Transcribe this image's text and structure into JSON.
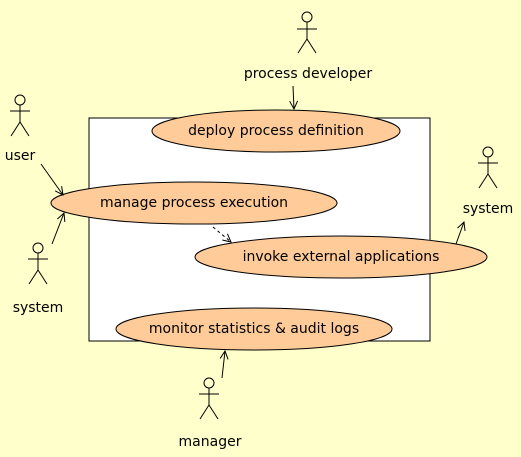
{
  "colors": {
    "background": "#ffffcc",
    "use_case_fill": "#ffcc99",
    "stroke": "#000000"
  },
  "actors": {
    "process_developer": "process developer",
    "user": "user",
    "system_left": "system",
    "system_right": "system",
    "manager": "manager"
  },
  "use_cases": {
    "deploy": "deploy process definition",
    "manage": "manage process execution",
    "invoke": "invoke external applications",
    "monitor": "monitor statistics & audit logs"
  }
}
